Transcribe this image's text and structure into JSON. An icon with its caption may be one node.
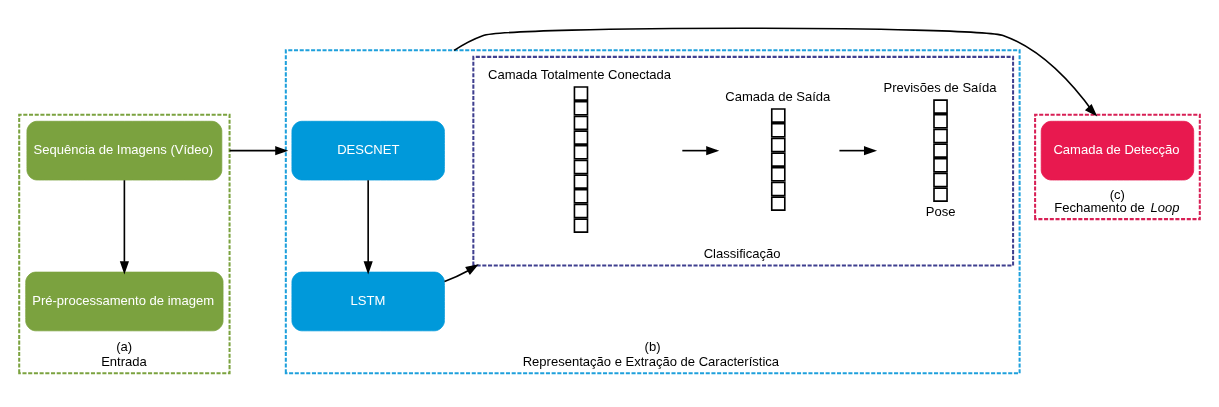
{
  "diagram": {
    "nodes": [
      {
        "text": [
          "(a)",
          "Entrada"
        ]
      },
      {
        "text": [
          "Sequência de Imagens (Vídeo)"
        ],
        "in": 0
      },
      {
        "text": [
          "Pré-processamento de imagem"
        ],
        "in": 0
      },
      {
        "text": [
          "(b)",
          "Representação e Extração de Característica"
        ]
      },
      {
        "text": [
          "DESCNET"
        ],
        "in": 3
      },
      {
        "text": [
          "LSTM"
        ],
        "in": 3
      },
      {
        "text": [
          "Classificação"
        ],
        "in": 3
      },
      {
        "text": [
          "Camada Totalmente Conectada"
        ],
        "in": 6
      },
      {
        "text": [
          "Camada de Saída"
        ],
        "in": 6
      },
      {
        "text": [
          "Previsões de Saída",
          "Pose"
        ],
        "in": 6
      },
      {
        "text": [
          "(c)",
          "Fechamento de *Loop*"
        ]
      },
      {
        "text": [
          "Camada de Detecção"
        ],
        "in": 10
      }
    ],
    "edges": [
      {
        "from": 1,
        "to": 2,
        "arrow": "to"
      },
      {
        "from": 0,
        "to": 3,
        "arrow": "to"
      },
      {
        "from": 4,
        "to": 5,
        "arrow": "to"
      },
      {
        "from": 5,
        "to": 6,
        "arrow": "to"
      },
      {
        "from": 7,
        "to": 8,
        "arrow": "to"
      },
      {
        "from": 8,
        "to": 9,
        "arrow": "to"
      },
      {
        "from": 3,
        "to": 10,
        "arrow": "to"
      }
    ]
  }
}
